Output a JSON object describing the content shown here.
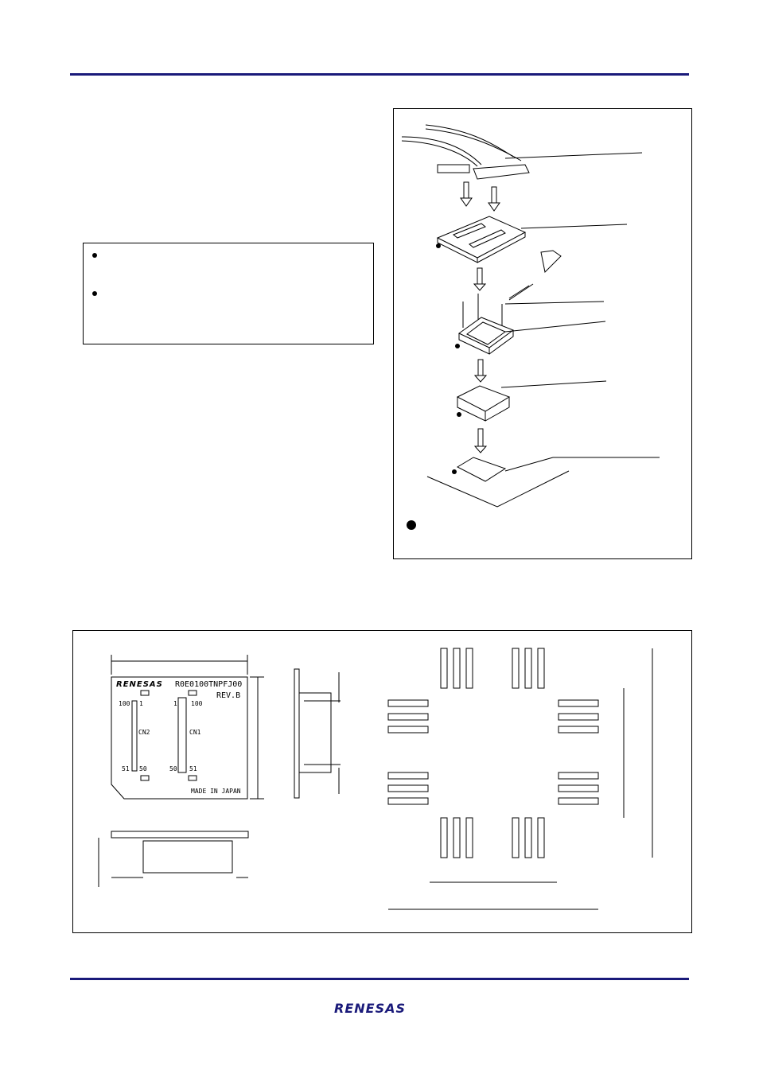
{
  "board": {
    "logo": "RENESAS",
    "part_number": "R0E0100TNPFJ00",
    "revision": "REV.B",
    "made_in": "MADE IN JAPAN",
    "cn2_label": "CN2",
    "cn1_label": "CN1",
    "cn2_pins": {
      "top_left": "100",
      "top_right": "1",
      "bottom_left": "51",
      "bottom_right": "50"
    },
    "cn1_pins": {
      "top_left": "1",
      "top_right": "100",
      "bottom_left": "50",
      "bottom_right": "51"
    }
  },
  "footer": {
    "logo": "RENESAS"
  },
  "colors": {
    "rule": "#1a1a7a",
    "logo": "#1a1a7a"
  }
}
